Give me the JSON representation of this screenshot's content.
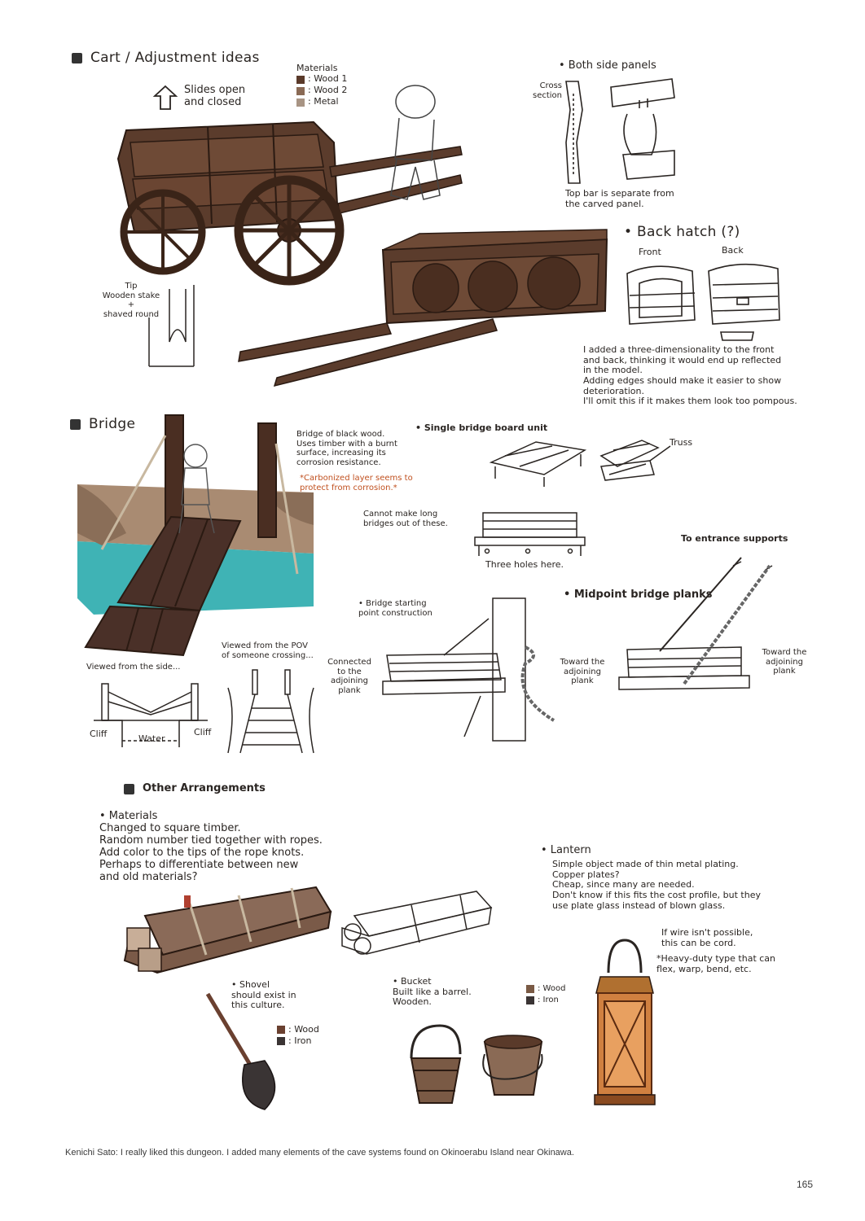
{
  "sections": {
    "cart": "Cart / Adjustment ideas",
    "bridge": "Bridge",
    "other": "Other Arrangements"
  },
  "cart": {
    "slides": "Slides open\nand closed",
    "materials_title": "Materials",
    "materials": [
      {
        "label": ": Wood 1",
        "color": "#5a3a2a"
      },
      {
        "label": ": Wood 2",
        "color": "#8a6a55"
      },
      {
        "label": ": Metal",
        "color": "#a89484"
      }
    ],
    "side_panels_title": "• Both side panels",
    "cross_section": "Cross\nsection",
    "top_bar_note": "Top bar is separate from\nthe carved panel.",
    "back_hatch_title": "• Back hatch (?)",
    "front_label": "Front",
    "back_label": "Back",
    "hatch_note": "I added a three-dimensionality to the front\nand back, thinking it would end up reflected\nin the model.\nAdding edges should make it easier to show\ndeterioration.\nI'll omit this if it makes them look too pompous.",
    "tip_note": "Tip\nWooden stake\n+\nshaved round"
  },
  "bridge": {
    "black_wood_note": "Bridge of black wood.\nUses timber with a burnt\nsurface, increasing its\ncorrosion resistance.",
    "carbon_note": "*Carbonized layer seems to\nprotect from corrosion.*",
    "single_unit_title": "• Single bridge board unit",
    "truss_label": "Truss",
    "cannot_note": "Cannot make long\nbridges out of these.",
    "three_holes": "Three holes here.",
    "entrance_supports": "To entrance supports",
    "midpoint_title": "• Midpoint bridge planks",
    "starting_point": "• Bridge starting\npoint construction",
    "side_view": "Viewed from the side...",
    "pov_view": "Viewed from the POV\nof someone crossing...",
    "connected": "Connected\nto the\nadjoining\nplank",
    "toward_left": "Toward the\nadjoining\nplank",
    "toward_right": "Toward the\nadjoining\nplank",
    "cliff_left": "Cliff",
    "water": "Water",
    "cliff_right": "Cliff"
  },
  "other": {
    "materials_note": "• Materials\nChanged to square timber.\nRandom number tied together with ropes.\nAdd color to the tips of the rope knots.\nPerhaps to differentiate between new\nand old materials?",
    "lantern_title": "• Lantern",
    "lantern_note": "Simple object made of thin metal plating.\nCopper plates?\nCheap, since many are needed.\nDon't know if this fits the cost profile, but they\nuse plate glass instead of blown glass.",
    "wire_note": "If wire isn't possible,\nthis can be cord.",
    "heavy_note": "*Heavy-duty type that can\nflex, warp, bend, etc.",
    "shovel_note": "• Shovel\nshould exist in\nthis culture.",
    "shovel_legend": [
      {
        "label": ": Wood",
        "color": "#6a4030"
      },
      {
        "label": ": Iron",
        "color": "#3a3434"
      }
    ],
    "bucket_note": "• Bucket\nBuilt like a barrel.\nWooden.",
    "bucket_legend": [
      {
        "label": ": Wood",
        "color": "#7a5a45"
      },
      {
        "label": ": Iron",
        "color": "#3a3434"
      }
    ]
  },
  "footer": {
    "caption": "Kenichi Sato: I really liked this dungeon. I added many elements of the cave systems found on Okinoerabu Island near Okinawa.",
    "page_number": "165"
  }
}
